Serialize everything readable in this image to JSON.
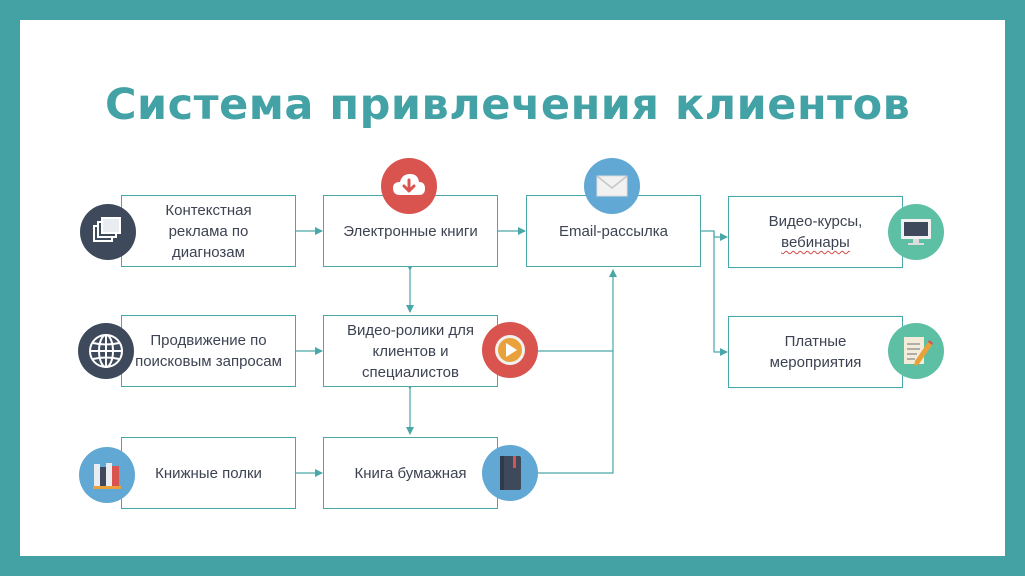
{
  "title": "Система привлечения клиентов",
  "nodes": {
    "context_ads": "Контекстная реклама по диагнозам",
    "search_promo": "Продвижение по поисковым запросам",
    "bookshelves": "Книжные полки",
    "ebooks": "Электронные книги",
    "videos": "Видео-ролики для клиентов и специалистов",
    "paper_book": "Книга бумажная",
    "email": "Email-рассылка",
    "video_courses_line1": "Видео-курсы,",
    "video_courses_line2": "вебинары",
    "paid_events": "Платные мероприятия"
  },
  "icons": {
    "context_ads": "stacked-windows-icon",
    "search_promo": "globe-icon",
    "bookshelves": "books-icon",
    "ebooks": "cloud-download-icon",
    "videos": "play-icon",
    "paper_book": "notebook-icon",
    "email": "envelope-icon",
    "video_courses": "monitor-icon",
    "paid_events": "notepad-pencil-icon"
  },
  "colors": {
    "frame": "#44a2a5",
    "title": "#43a2a5",
    "box_border": "#4aa7a8",
    "text": "#3d4352"
  }
}
